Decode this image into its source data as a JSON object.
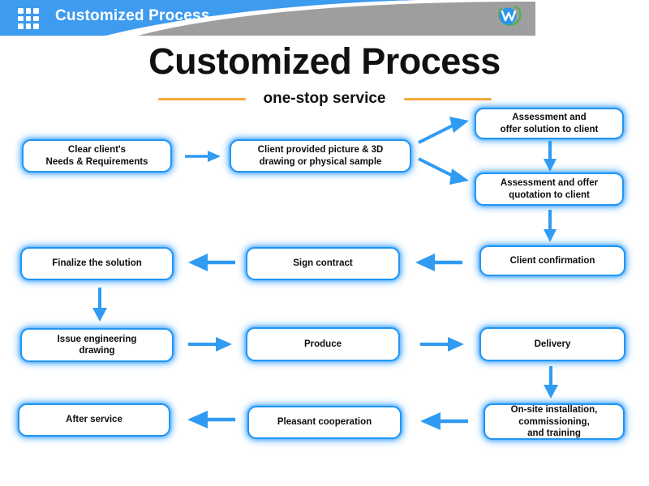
{
  "header": {
    "title": "Customized Process",
    "grid_icon": "grid-menu-icon",
    "logo_icon": "company-logo-icon",
    "logo_caption": "",
    "band_blue": "#3d9bf0",
    "band_gray": "#9e9e9e",
    "band_white": "#ffffff"
  },
  "title": {
    "main": "Customized Process",
    "subtitle": "one-stop service",
    "rule_color": "#f5a73b"
  },
  "theme": {
    "node_border": "#2196f3",
    "node_glow": "#38a0ff",
    "arrow_color": "#2f9bf2",
    "text_color": "#0d0d0d",
    "background": "#ffffff"
  },
  "flow": {
    "nodes": [
      {
        "id": "clear-needs",
        "label": "Clear client's\nNeeds & Requirements",
        "line1": "Clear client's",
        "line2": "Needs & Requirements",
        "line3": ""
      },
      {
        "id": "client-provided",
        "label": "Client provided picture & 3D drawing or physical sample",
        "line1": "Client provided picture & 3D",
        "line2": "drawing or physical sample",
        "line3": ""
      },
      {
        "id": "offer-solution",
        "label": "Assessment and offer solution to client",
        "line1": "Assessment and",
        "line2": "offer solution to client",
        "line3": ""
      },
      {
        "id": "offer-quotation",
        "label": "Assessment and offer quotation to client",
        "line1": "Assessment and offer",
        "line2": "quotation to client",
        "line3": ""
      },
      {
        "id": "client-confirmation",
        "label": "Client confirmation",
        "line1": "Client confirmation",
        "line2": "",
        "line3": ""
      },
      {
        "id": "sign-contract",
        "label": "Sign contract",
        "line1": "Sign contract",
        "line2": "",
        "line3": ""
      },
      {
        "id": "finalize-solution",
        "label": "Finalize the solution",
        "line1": "Finalize the solution",
        "line2": "",
        "line3": ""
      },
      {
        "id": "issue-drawing",
        "label": "Issue engineering drawing",
        "line1": "Issue engineering",
        "line2": "drawing",
        "line3": ""
      },
      {
        "id": "produce",
        "label": "Produce",
        "line1": "Produce",
        "line2": "",
        "line3": ""
      },
      {
        "id": "delivery",
        "label": "Delivery",
        "line1": "Delivery",
        "line2": "",
        "line3": ""
      },
      {
        "id": "onsite-installation",
        "label": "On-site installation, commissioning, and training",
        "line1": "On-site installation,",
        "line2": "commissioning,",
        "line3": "and training"
      },
      {
        "id": "pleasant-cooperation",
        "label": "Pleasant cooperation",
        "line1": "Pleasant cooperation",
        "line2": "",
        "line3": ""
      },
      {
        "id": "after-service",
        "label": "After service",
        "line1": "After service",
        "line2": "",
        "line3": ""
      }
    ],
    "connectors": [
      {
        "id": "clear-needs-to-client-provided",
        "direction": "right"
      },
      {
        "id": "client-provided-to-offer-solution",
        "direction": "up-right"
      },
      {
        "id": "client-provided-to-offer-quotation",
        "direction": "down-right"
      },
      {
        "id": "offer-solution-to-offer-quotation",
        "direction": "down"
      },
      {
        "id": "offer-quotation-to-client-confirmation",
        "direction": "down"
      },
      {
        "id": "client-confirmation-to-sign-contract",
        "direction": "left"
      },
      {
        "id": "sign-contract-to-finalize-solution",
        "direction": "left"
      },
      {
        "id": "finalize-solution-to-issue-drawing",
        "direction": "down"
      },
      {
        "id": "issue-drawing-to-produce",
        "direction": "right"
      },
      {
        "id": "produce-to-delivery",
        "direction": "right"
      },
      {
        "id": "delivery-to-onsite-installation",
        "direction": "down"
      },
      {
        "id": "onsite-installation-to-pleasant",
        "direction": "left"
      },
      {
        "id": "pleasant-to-after-service",
        "direction": "left"
      }
    ]
  }
}
